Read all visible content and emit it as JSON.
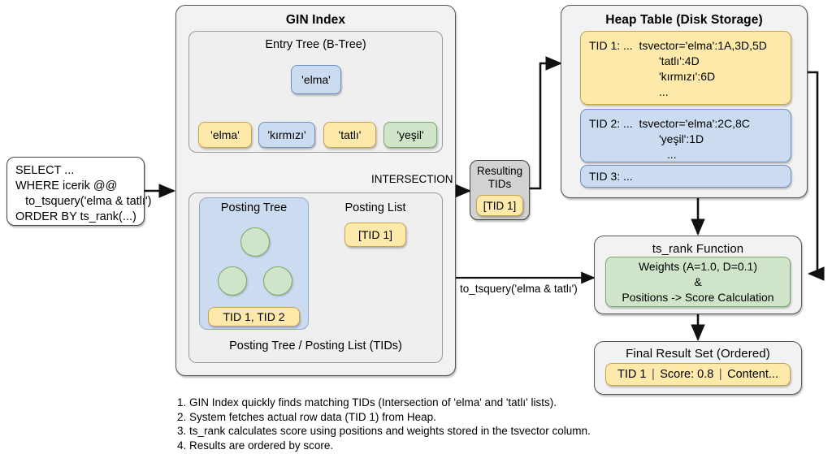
{
  "query_box": {
    "name": "sql-query",
    "lines": [
      "SELECT ...",
      "WHERE icerik @@",
      "   to_tsquery('elma & tatlı')",
      "ORDER BY ts_rank(...)"
    ]
  },
  "gin_index": {
    "title": "GIN Index",
    "entry_tree": {
      "title": "Entry Tree (B-Tree)",
      "root": "'elma'",
      "leaves": [
        {
          "label": "'elma'",
          "color": "yellow"
        },
        {
          "label": "'kırmızı'",
          "color": "blue"
        },
        {
          "label": "'tatlı'",
          "color": "yellow"
        },
        {
          "label": "'yeşil'",
          "color": "green"
        }
      ]
    },
    "posting_section": {
      "caption": "Posting Tree / Posting List (TIDs)",
      "posting_tree": {
        "title": "Posting Tree",
        "leaf_box": "TID 1, TID 2"
      },
      "posting_list": {
        "title": "Posting List",
        "value": "[TID 1]"
      }
    }
  },
  "intersection_label": "INTERSECTION",
  "resulting_tids": {
    "title_line1": "Resulting",
    "title_line2": "TIDs",
    "value": "[TID 1]"
  },
  "heap_table": {
    "title": "Heap Table (Disk Storage)",
    "rows": [
      {
        "color": "yellow",
        "line1": "TID 1: ...  tsvector='elma':1A,3D,5D",
        "line2": "'tatlı':4D",
        "line3": "'kırmızı':6D",
        "line4": "..."
      },
      {
        "color": "blue",
        "line1": "TID 2: ...  tsvector='elma':2C,8C",
        "line2": "'yeşil':1D",
        "line3": "...",
        "line4": ""
      },
      {
        "color": "blue",
        "line1": "TID 3: ...",
        "line2": "",
        "line3": "",
        "line4": ""
      }
    ]
  },
  "ts_rank": {
    "title": "ts_rank Function",
    "body_line1": "Weights (A=1.0, D=0.1)",
    "body_line2": "&",
    "body_line3": "Positions -> Score Calculation",
    "incoming_label": "to_tsquery('elma & tatlı')"
  },
  "final_result": {
    "title": "Final Result Set (Ordered)",
    "tid": "TID 1",
    "score": "Score: 0.8",
    "content": "Content...",
    "separator": "|"
  },
  "notes": [
    "1. GIN Index quickly finds matching TIDs (Intersection of 'elma' and 'tatlı' lists).",
    "2. System fetches actual row data (TID 1) from Heap.",
    "3. ts_rank calculates score using positions and weights stored in the tsvector column.",
    "4. Results are ordered by score."
  ],
  "colors": {
    "yellow_fill": "#fdeaab",
    "yellow_stroke": "#c8a44a",
    "blue_fill": "#ccdcf0",
    "blue_stroke": "#6f8fc0",
    "green_fill": "#cfe4c8",
    "green_stroke": "#79a96a",
    "panel_fill": "#f2f2f2",
    "grey_fill": "#d2d2d2",
    "edge": "#111111"
  }
}
